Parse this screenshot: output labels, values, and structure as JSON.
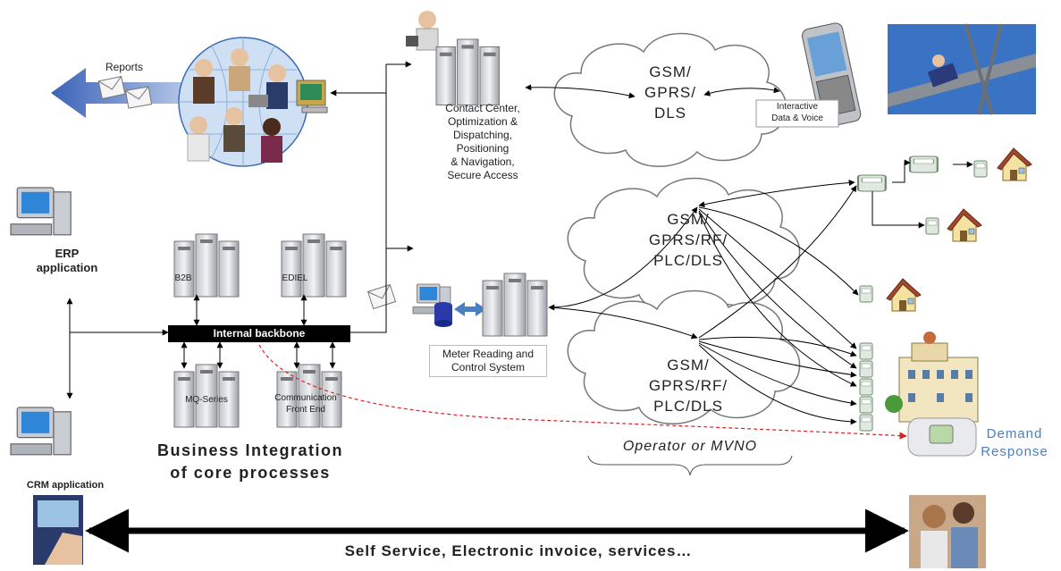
{
  "labels": {
    "reports": "Reports",
    "contact_center": [
      "Contact Center,",
      "Optimization &",
      "Dispatching,",
      "Positioning",
      "& Navigation,",
      "Secure Access"
    ],
    "cloud1": [
      "GSM/",
      "GPRS/",
      "DLS"
    ],
    "interactive": [
      "Interactive",
      "Data & Voice"
    ],
    "cloud2": [
      "GSM/",
      "GPRS/RF/",
      "PLC/DLS"
    ],
    "cloud3": [
      "GSM/",
      "GPRS/RF/",
      "PLC/DLS"
    ],
    "erp": [
      "ERP",
      "application"
    ],
    "b2b": "B2B",
    "ediel": "EDIEL",
    "backbone": "Internal backbone",
    "mq": "MQ-Series",
    "comm": [
      "Communication",
      "Front End"
    ],
    "meter": [
      "Meter Reading and",
      "Control System"
    ],
    "business": [
      "Business Integration",
      "of core processes"
    ],
    "operator": "Operator or MVNO",
    "demand": [
      "Demand",
      "Response"
    ],
    "crm": "CRM application",
    "self_service": "Self Service, Electronic invoice, services…"
  },
  "colors": {
    "arrow_blue": "#4a78c8",
    "demand_text": "#4a7fc1",
    "dashed_red": "#e02020",
    "backbone": "#000000"
  },
  "icons": [
    "group-meeting-icon",
    "envelope-icon",
    "desktop-computer-icon",
    "server-icon",
    "person-at-desk-icon",
    "cloud-icon",
    "mobile-phone-icon",
    "lineman-photo",
    "meter-icon",
    "house-icon",
    "building-icon",
    "thermostat-icon",
    "database-icon",
    "laptop-user-photo",
    "couple-photo"
  ]
}
